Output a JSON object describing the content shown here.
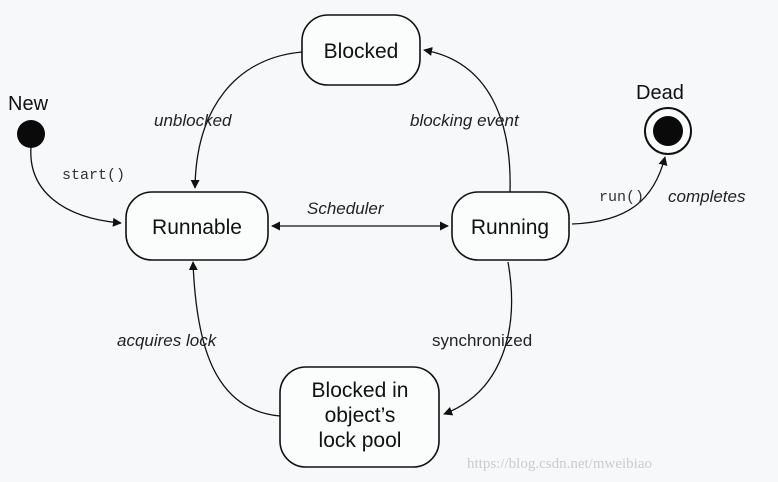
{
  "states": {
    "new": "New",
    "dead": "Dead",
    "blocked": "Blocked",
    "runnable": "Runnable",
    "running": "Running",
    "lock_pool": [
      "Blocked in",
      "object’s",
      "lock pool"
    ]
  },
  "transitions": {
    "start": "start()",
    "unblocked": "unblocked",
    "blocking_event": "blocking event",
    "scheduler": "Scheduler",
    "run_code": "run()",
    "completes": "completes",
    "synchronized": "synchronized",
    "acquires_lock": "acquires lock"
  },
  "watermark": "https://blog.csdn.net/mweibiao"
}
